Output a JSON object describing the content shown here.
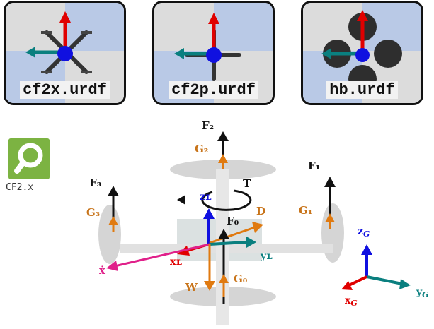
{
  "panels": [
    {
      "label": "cf2x.urdf"
    },
    {
      "label": "cf2p.urdf"
    },
    {
      "label": "hb.urdf"
    }
  ],
  "app": {
    "label": "CF2.x"
  },
  "forces": {
    "F0": "F₀",
    "F1": "F₁",
    "F2": "F₂",
    "F3": "F₃",
    "G0": "G₀",
    "G1": "G₁",
    "G2": "G₂",
    "G3": "G₃",
    "T": "T",
    "D": "D",
    "W": "W",
    "xdot": "ẋ",
    "zL": "zʟ",
    "xL": "xʟ",
    "yL": "yʟ"
  },
  "global_axes": {
    "z": "z",
    "x": "x",
    "y": "y",
    "sub": "G"
  },
  "colors": {
    "black": "#111111",
    "orange": "#e07a10",
    "blue": "#1010e0",
    "red": "#e00000",
    "teal": "#0a7f7f",
    "magenta": "#e0208a",
    "label_orange": "#c8741a",
    "icon_green": "#7cb342"
  }
}
